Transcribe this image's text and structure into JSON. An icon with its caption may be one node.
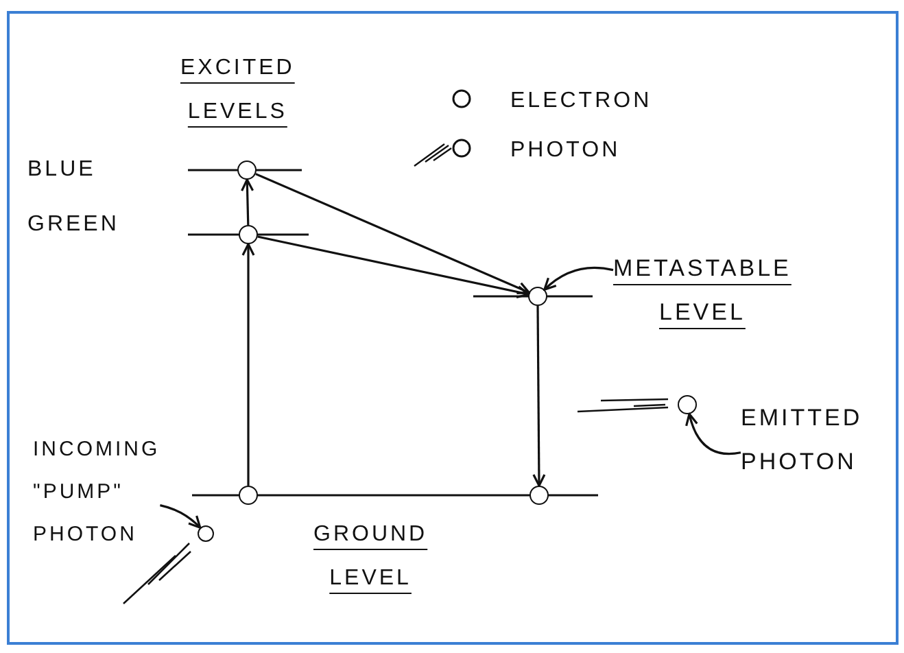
{
  "diagram": {
    "nodes": [
      {
        "text": [],
        "shape": "circle"
      },
      {
        "text": [],
        "shape": "circle"
      },
      {
        "text": [],
        "shape": "circle"
      },
      {
        "text": [
          "METASTABLE LEVEL"
        ]
      },
      {
        "text": [],
        "shape": "circle"
      },
      {
        "text": [
          "EMITTED PHOTON"
        ]
      },
      {
        "text": [],
        "shape": "circle"
      },
      {
        "text": [],
        "shape": "circle"
      },
      {
        "text": [
          "INCOMING \"PUMP\" PHOTON"
        ]
      },
      {
        "text": [],
        "shape": "circle"
      }
    ],
    "edges": [
      {
        "from": 6,
        "to": 1,
        "arrow": "to"
      },
      {
        "from": 1,
        "to": 0,
        "arrow": "to"
      },
      {
        "from": 0,
        "to": 2,
        "arrow": "to"
      },
      {
        "from": 1,
        "to": 2,
        "arrow": "to"
      },
      {
        "from": 2,
        "to": 7,
        "arrow": "to"
      },
      {
        "from": 3,
        "to": 2,
        "arrow": "to"
      },
      {
        "from": 5,
        "to": 4,
        "arrow": "to"
      },
      {
        "from": 8,
        "to": 9,
        "arrow": "to"
      }
    ],
    "labels": [
      "EXCITED LEVELS",
      "BLUE",
      "GREEN",
      "GROUND LEVEL"
    ],
    "legend": [
      {
        "text": "ELECTRON"
      },
      {
        "text": "PHOTON"
      }
    ]
  }
}
